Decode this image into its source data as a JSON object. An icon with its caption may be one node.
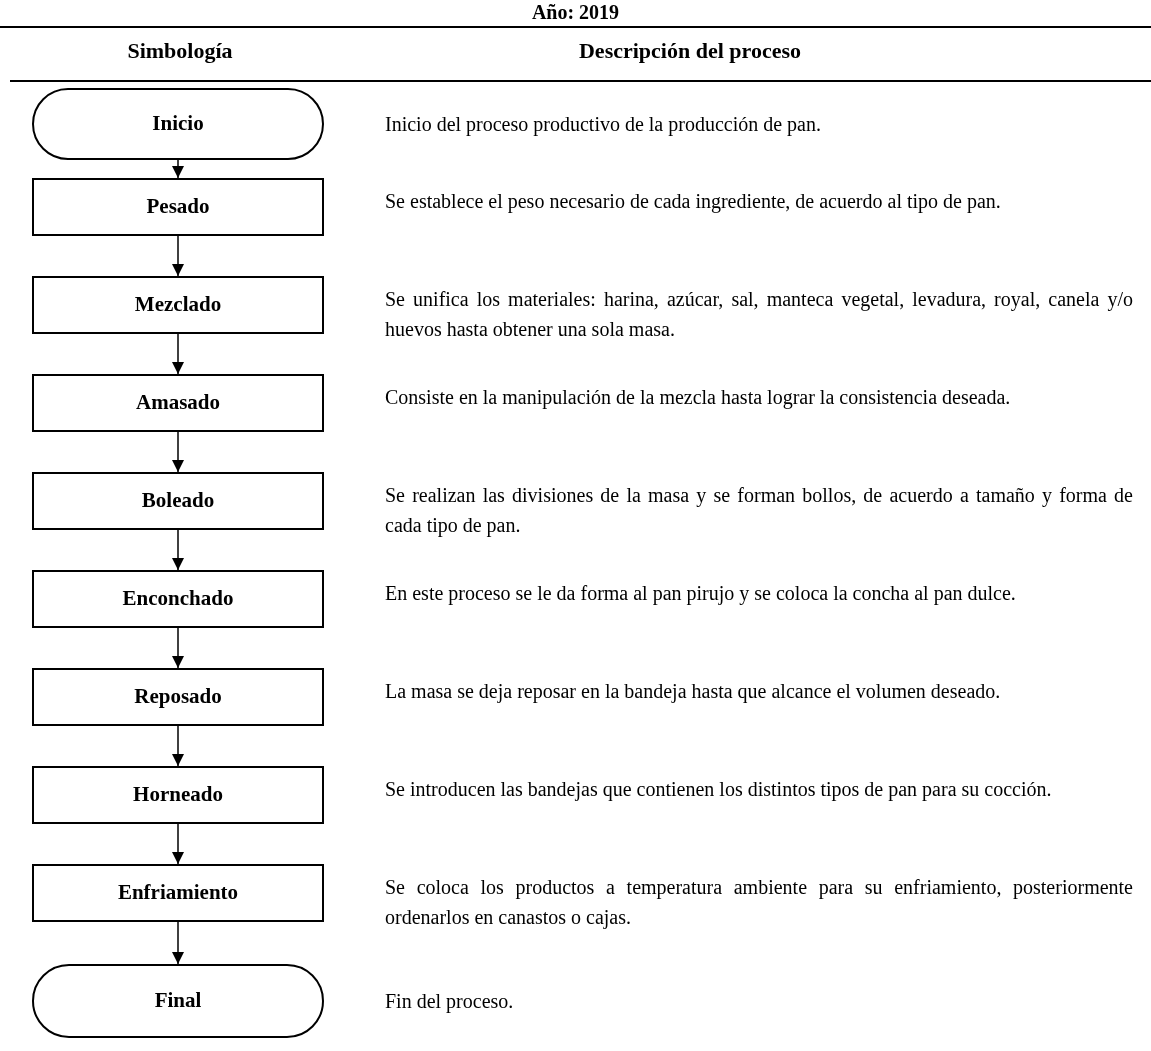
{
  "diagram": {
    "title": "Año: 2019",
    "nodes": [
      {
        "text": [
          "Inicio"
        ],
        "beside": [
          "Inicio del proceso productivo de la producción de pan."
        ]
      },
      {
        "text": [
          "Pesado"
        ],
        "beside": [
          "Se establece el peso necesario de cada ingrediente, de acuerdo al tipo de pan."
        ]
      },
      {
        "text": [
          "Mezclado"
        ],
        "beside": [
          "Se unifica los materiales: harina, azúcar, sal, manteca vegetal, levadura, royal, canela y/o huevos hasta obtener una sola masa."
        ]
      },
      {
        "text": [
          "Amasado"
        ],
        "beside": [
          "Consiste en la manipulación de la mezcla hasta lograr la consistencia deseada."
        ]
      },
      {
        "text": [
          "Boleado"
        ],
        "beside": [
          "Se realizan las divisiones de la masa y se forman bollos, de acuerdo a tamaño y forma de cada tipo de pan."
        ]
      },
      {
        "text": [
          "Enconchado"
        ],
        "beside": [
          "En este proceso se le da forma al pan pirujo y se coloca la concha al pan dulce."
        ]
      },
      {
        "text": [
          "Reposado"
        ],
        "beside": [
          "La masa se deja reposar en la bandeja hasta que alcance el volumen deseado."
        ]
      },
      {
        "text": [
          "Horneado"
        ],
        "beside": [
          "Se introducen las bandejas que contienen los distintos tipos de pan para su cocción."
        ]
      },
      {
        "text": [
          "Enfriamiento"
        ],
        "beside": [
          "Se coloca los productos a temperatura ambiente para su enfriamiento,  posteriormente ordenarlos en canastos o cajas."
        ]
      },
      {
        "text": [
          "Final"
        ],
        "beside": [
          "Fin del proceso."
        ]
      }
    ],
    "edges": [
      {
        "from": 0,
        "to": 1,
        "arrow": "to"
      },
      {
        "from": 1,
        "to": 2,
        "arrow": "to"
      },
      {
        "from": 2,
        "to": 3,
        "arrow": "to"
      },
      {
        "from": 3,
        "to": 4,
        "arrow": "to"
      },
      {
        "from": 4,
        "to": 5,
        "arrow": "to"
      },
      {
        "from": 5,
        "to": 6,
        "arrow": "to"
      },
      {
        "from": 6,
        "to": 7,
        "arrow": "to"
      },
      {
        "from": 7,
        "to": 8,
        "arrow": "to"
      },
      {
        "from": 8,
        "to": 9,
        "arrow": "to"
      }
    ],
    "labels": [
      "Simbología",
      "Descripción del proceso"
    ]
  }
}
